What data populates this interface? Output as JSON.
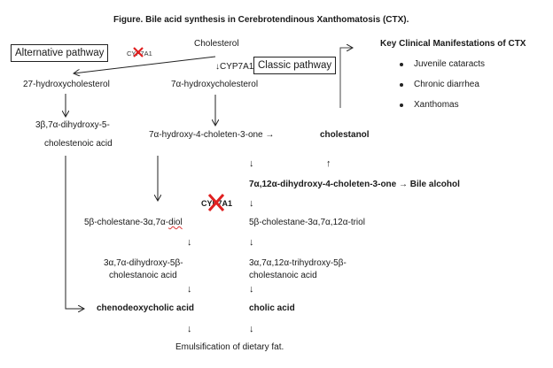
{
  "figure_title": "Figure.  Bile acid synthesis in Cerebrotendinous Xanthomatosis (CTX).",
  "boxes": {
    "alternative": "Alternative pathway",
    "classic": "Classic pathway"
  },
  "enzymes": {
    "blocked_top": "CYP7A1",
    "classic_step": "CYP7A1",
    "blocked_mid": "CYP7A1"
  },
  "nodes": {
    "cholesterol": "Cholesterol",
    "hydroxy27": "27-hydroxycholesterol",
    "hydroxy7a": "7α-hydroxycholesterol",
    "dihydroxy_cholestenoic_1": "3β,7α-dihydroxy-5-",
    "dihydroxy_cholestenoic_2": "cholestenoic acid",
    "choleten_one": "7α-hydroxy-4-choleten-3-one →",
    "cholestanol": "cholestanol",
    "dihydroxy_choleten": "7α,12α-dihydroxy-4-choleten-3-one → Bile alcohol",
    "diol_prefix": "5β-cholestane-3α,7α-",
    "diol_suffix": "diol",
    "triol": "5β-cholestane-3α,7α,12α-triol",
    "dihydroxy_cholestanoic_1": "3α,7α-dihydroxy-5β-",
    "dihydroxy_cholestanoic_2": "cholestanoic acid",
    "trihydroxy_cholestanoic_1": "3α,7α,12α-trihydroxy-5β-",
    "trihydroxy_cholestanoic_2": "cholestanoic acid",
    "cdca": "chenodeoxycholic  acid",
    "cholic": "cholic acid",
    "emulsification": "Emulsification of dietary fat."
  },
  "arrows": {
    "down": "↓",
    "up": "↑"
  },
  "clinical": {
    "heading": "Key Clinical Manifestations of CTX",
    "items": [
      "Juvenile cataracts",
      "Chronic diarrhea",
      "Xanthomas"
    ]
  },
  "colors": {
    "blocked_mark": "#e02020",
    "line": "#222222"
  }
}
